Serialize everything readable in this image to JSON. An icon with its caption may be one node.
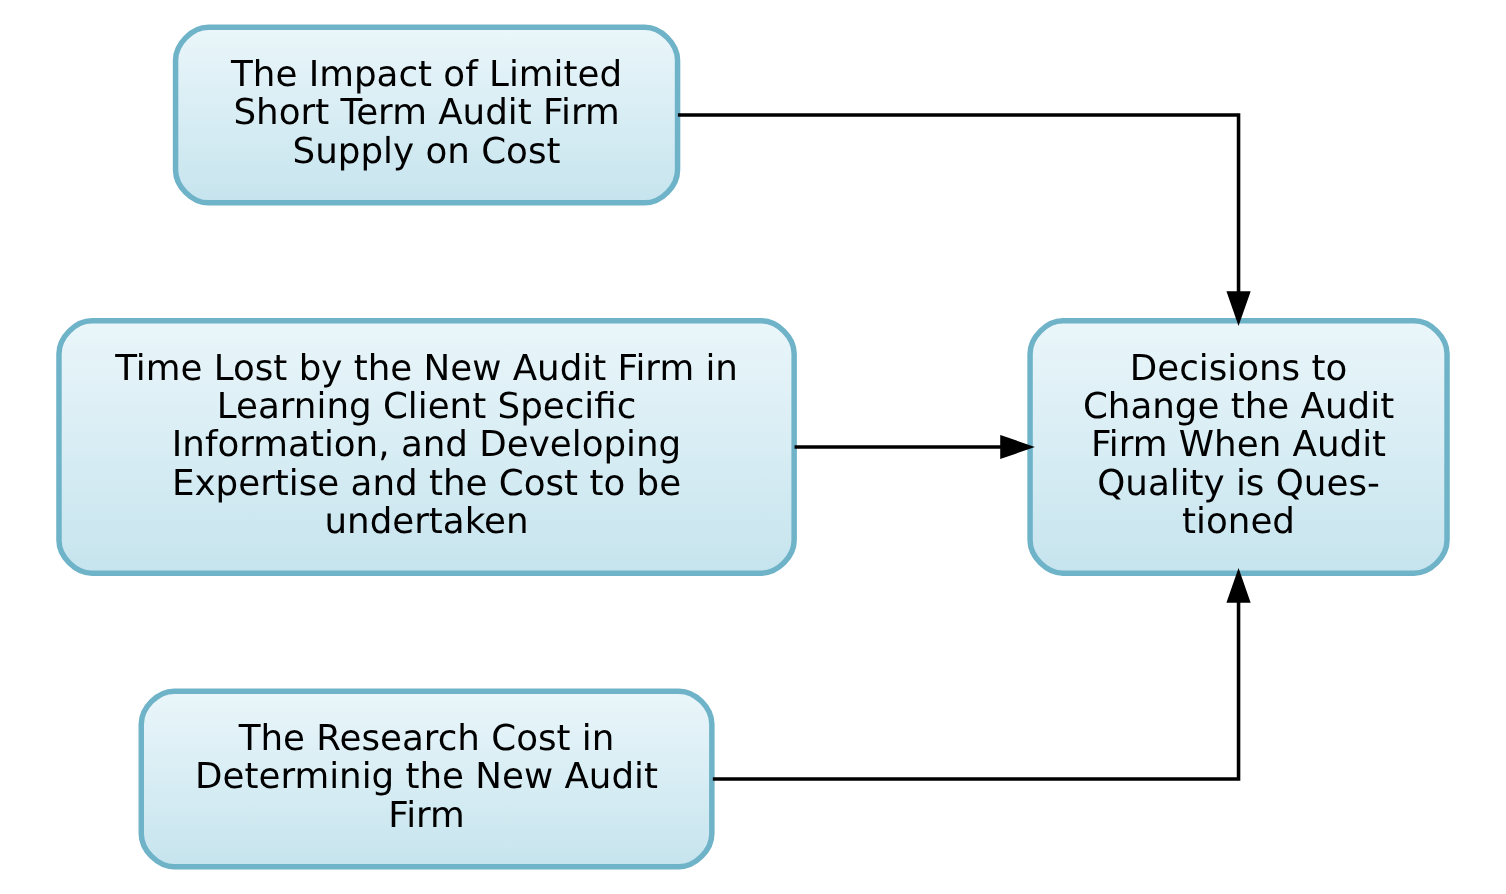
{
  "diagram": {
    "nodes": [
      {
        "text": [
          "The Impact of Limited Short Term Audit Firm Supply on Cost"
        ]
      },
      {
        "text": [
          "Time Lost by the New Audit Firm in Learning Client Specific Information, and Developing Expertise and the Cost to be undertaken"
        ]
      },
      {
        "text": [
          "The Research Cost in Determinig the New Audit Firm"
        ]
      },
      {
        "text": [
          "Decisions to Change the Audit Firm When Audit Quality is Ques- tioned"
        ]
      }
    ],
    "edges": [
      {
        "from": 0,
        "to": 3,
        "arrow": "to"
      },
      {
        "from": 1,
        "to": 3,
        "arrow": "to"
      },
      {
        "from": 2,
        "to": 3,
        "arrow": "to"
      }
    ]
  }
}
